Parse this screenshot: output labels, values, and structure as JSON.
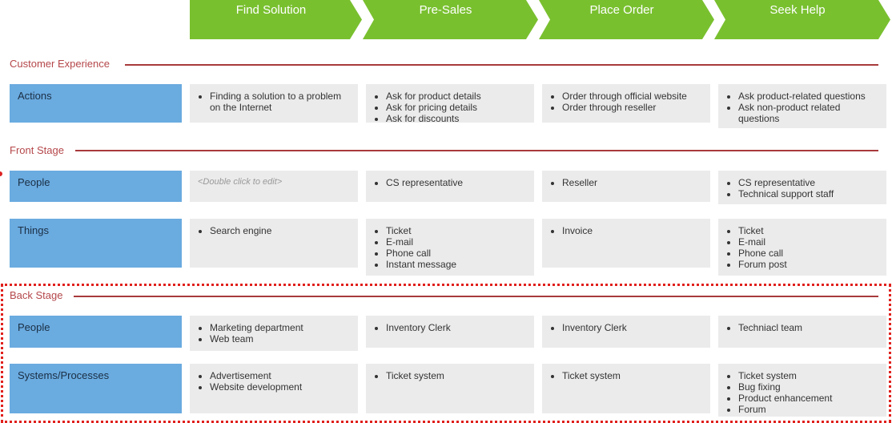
{
  "stages": [
    "Find Solution",
    "Pre-Sales",
    "Place Order",
    "Seek Help"
  ],
  "colors": {
    "stage": "#79c02f",
    "section": "#b5474a",
    "row_label": "#6aabe0",
    "cell": "#ebebeb",
    "highlight": "#e0201c"
  },
  "sections": {
    "customer_experience": "Customer Experience",
    "front_stage": "Front Stage",
    "back_stage": "Back Stage"
  },
  "rows": {
    "actions": {
      "label": "Actions",
      "cells": [
        [
          "Finding a solution to a problem on the Internet"
        ],
        [
          "Ask for product details",
          "Ask for pricing details",
          "Ask for discounts"
        ],
        [
          "Order through official website",
          "Order through reseller"
        ],
        [
          "Ask product-related questions",
          "Ask non-product related questions"
        ]
      ]
    },
    "front_people": {
      "label": "People",
      "placeholder": "<Double click to edit>",
      "cells": [
        [],
        [
          "CS representative"
        ],
        [
          "Reseller"
        ],
        [
          "CS representative",
          "Technical support staff"
        ]
      ]
    },
    "things": {
      "label": "Things",
      "cells": [
        [
          "Search engine"
        ],
        [
          "Ticket",
          "E-mail",
          "Phone call",
          "Instant message"
        ],
        [
          "Invoice"
        ],
        [
          "Ticket",
          "E-mail",
          "Phone call",
          "Forum post"
        ]
      ]
    },
    "back_people": {
      "label": "People",
      "cells": [
        [
          "Marketing department",
          "Web team"
        ],
        [
          "Inventory Clerk"
        ],
        [
          "Inventory Clerk"
        ],
        [
          "Techniacl team"
        ]
      ]
    },
    "systems": {
      "label": "Systems/Processes",
      "cells": [
        [
          "Advertisement",
          "Website development"
        ],
        [
          "Ticket system"
        ],
        [
          "Ticket system"
        ],
        [
          "Ticket system",
          "Bug fixing",
          "Product enhancement",
          "Forum"
        ]
      ]
    }
  }
}
